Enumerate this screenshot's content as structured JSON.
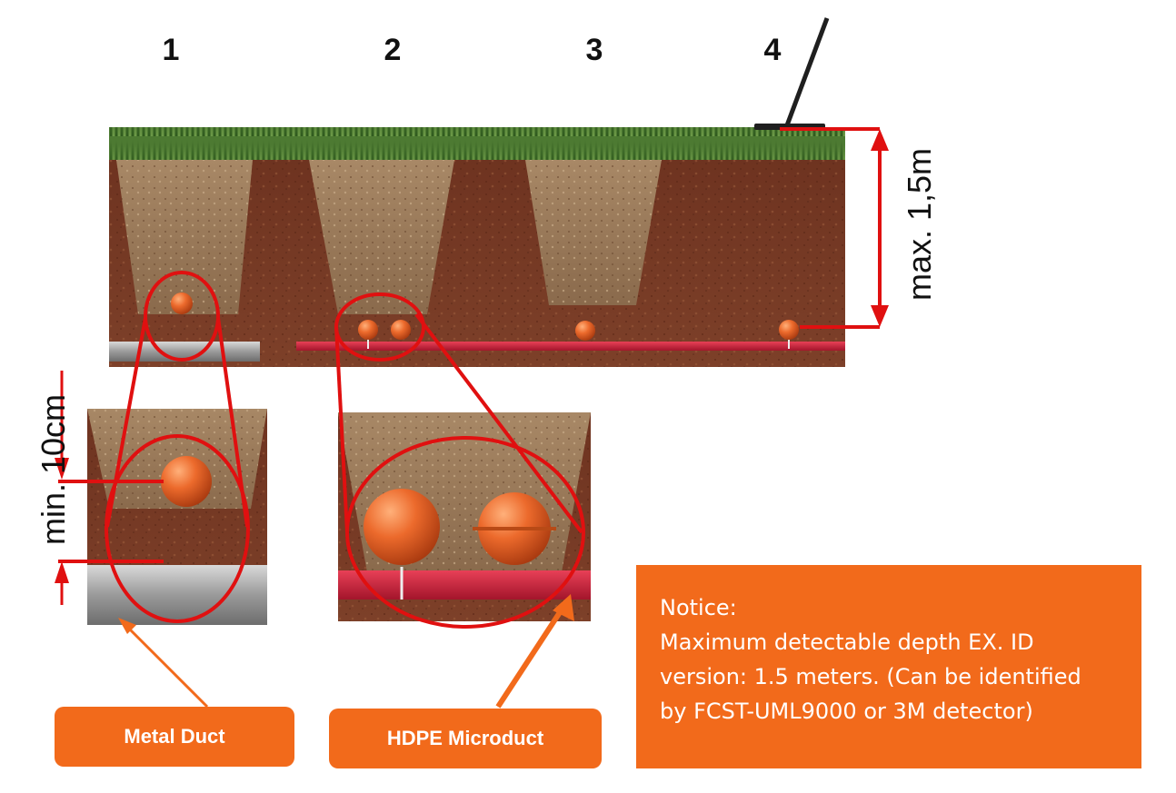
{
  "section_numbers": [
    "1",
    "2",
    "3",
    "4"
  ],
  "depth_labels": {
    "max": "max. 1,5m",
    "min": "min. 10cm"
  },
  "callouts": {
    "metal": "Metal Duct",
    "hdpe": "HDPE Microduct"
  },
  "notice": {
    "heading": "Notice:",
    "line1": "Maximum detectable depth EX. ID",
    "line2": "version: 1.5 meters. (Can be identified",
    "line3": "by FCST-UML9000 or 3M detector)"
  },
  "colors": {
    "accent": "#f26a1b",
    "marker_line": "#e01010",
    "soil": "#7a3b26",
    "grass": "#3f6b2a",
    "marker_ball": "#e8642a",
    "hdpe_duct": "#d0213a"
  },
  "icons": [
    "locator-wand",
    "marker-ball",
    "arrow"
  ]
}
